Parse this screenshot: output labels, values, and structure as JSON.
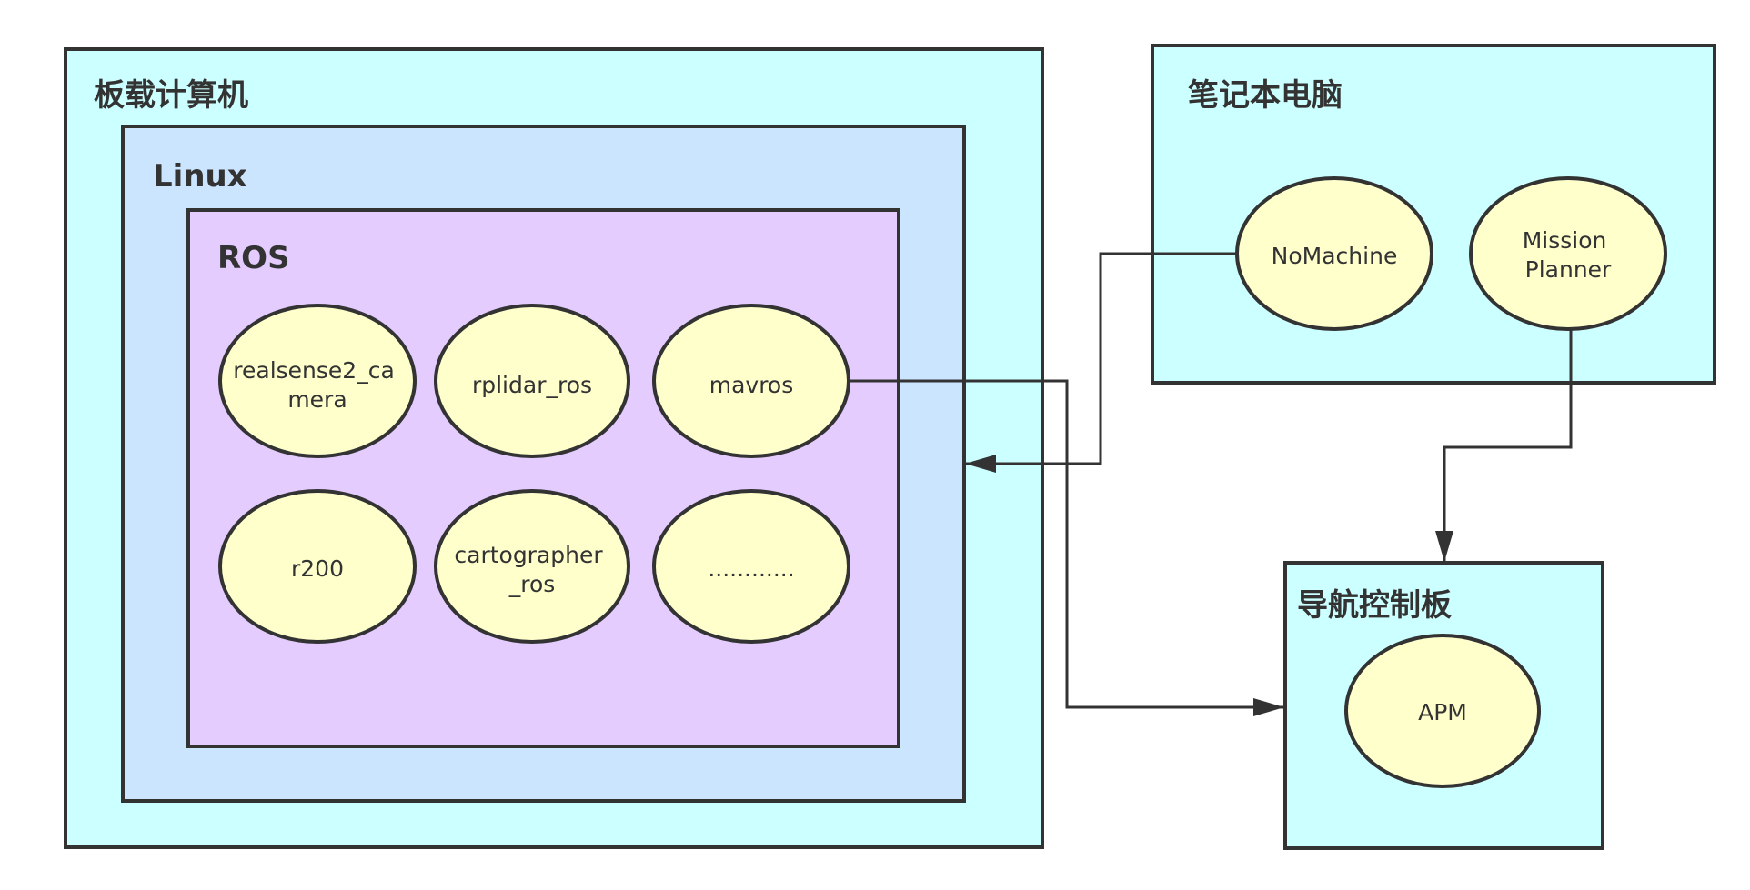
{
  "containers": {
    "onboard_computer": {
      "title": "板载计算机"
    },
    "linux": {
      "title": "Linux"
    },
    "ros": {
      "title": "ROS"
    },
    "laptop": {
      "title": "笔记本电脑"
    },
    "flight_controller": {
      "title": "导航控制板"
    }
  },
  "nodes": {
    "realsense2_camera": {
      "lines": [
        "realsense2_ca",
        "mera"
      ]
    },
    "rplidar_ros": {
      "lines": [
        "rplidar_ros"
      ]
    },
    "mavros": {
      "lines": [
        "mavros"
      ]
    },
    "r200": {
      "lines": [
        "r200"
      ]
    },
    "cartographer_ros": {
      "lines": [
        "cartographer",
        "_ros"
      ]
    },
    "more": {
      "lines": [
        "............"
      ]
    },
    "nomachine": {
      "lines": [
        "NoMachine"
      ]
    },
    "mission_planner": {
      "lines": [
        "Mission",
        "Planner"
      ]
    },
    "apm": {
      "lines": [
        "APM"
      ]
    }
  },
  "connections": [
    {
      "from": "nomachine",
      "to": "linux"
    },
    {
      "from": "mavros",
      "to": "flight_controller"
    },
    {
      "from": "mission_planner",
      "to": "flight_controller"
    }
  ],
  "colors": {
    "outer_container": "#ccffff",
    "linux_container": "#cce5ff",
    "ros_container": "#e5ccff",
    "node_fill": "#ffffcc",
    "stroke": "#333333"
  }
}
